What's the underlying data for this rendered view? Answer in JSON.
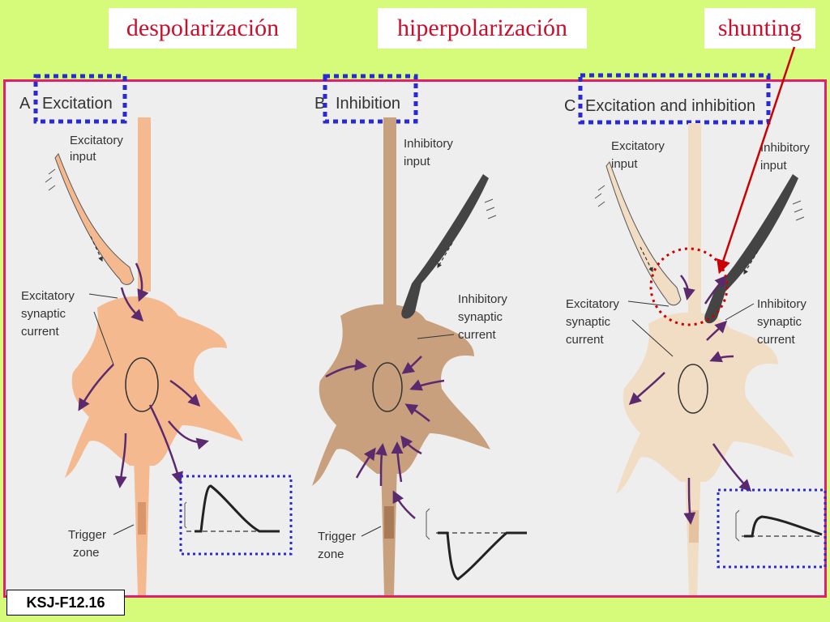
{
  "top_labels": {
    "depolarization": "despolarización",
    "hyperpolarization": "hiperpolarización",
    "shunting": "shunting"
  },
  "panels": {
    "a": {
      "letter": "A",
      "title": "Excitation",
      "input_label": [
        "Excitatory",
        "input"
      ],
      "current_label": [
        "Excitatory",
        "synaptic",
        "current"
      ],
      "trigger_label": [
        "Trigger",
        "zone"
      ],
      "soma_color": "#f4b98e"
    },
    "b": {
      "letter": "B",
      "title": "Inhibition",
      "input_label": [
        "Inhibitory",
        "input"
      ],
      "current_label": [
        "Inhibitory",
        "synaptic",
        "current"
      ],
      "trigger_label": [
        "Trigger",
        "zone"
      ],
      "soma_color": "#c9a07d"
    },
    "c": {
      "letter": "C",
      "title": "Excitation and inhibition",
      "input_exc_label": [
        "Excitatory",
        "input"
      ],
      "input_inh_label": [
        "Inhibitory",
        "input"
      ],
      "current_exc_label": [
        "Excitatory",
        "synaptic",
        "current"
      ],
      "current_inh_label": [
        "Inhibitory",
        "synaptic",
        "current"
      ],
      "soma_color": "#f1dcc4"
    }
  },
  "figure_id": "KSJ-F12.16",
  "colors": {
    "background": "#d6fa79",
    "label_text": "#c8102e",
    "frame_border": "#e0206a",
    "dotted_box": "#2a2ad4",
    "shunting_arrow": "#cc0000",
    "current_arrow": "#5b2a6e",
    "axon": "#d4b08a"
  }
}
